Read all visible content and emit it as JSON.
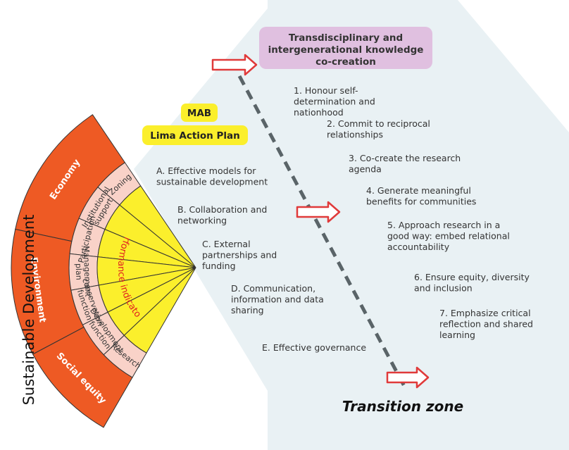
{
  "knowledge_box": {
    "line1": "Transdisciplinary and",
    "line2": "intergenerational knowledge",
    "line3": "co-creation"
  },
  "mab": {
    "title": "MAB",
    "subtitle": "Lima Action Plan"
  },
  "principles": [
    {
      "lines": [
        "1. Honour self-",
        "determination and",
        "nationhood"
      ]
    },
    {
      "lines": [
        "2. Commit to reciprocal",
        "relationships"
      ]
    },
    {
      "lines": [
        "3. Co-create the research",
        "agenda"
      ]
    },
    {
      "lines": [
        "4. Generate meaningful",
        "benefits for communities"
      ]
    },
    {
      "lines": [
        "5. Approach research in a",
        "good way: embed relational",
        "accountability"
      ]
    },
    {
      "lines": [
        "6. Ensure equity, diversity",
        "and inclusion"
      ]
    },
    {
      "lines": [
        "7. Emphasize critical",
        "reflection and shared",
        "learning"
      ]
    }
  ],
  "action_areas": [
    {
      "lines": [
        "A. Effective models for",
        "sustainable development"
      ]
    },
    {
      "lines": [
        "B. Collaboration and",
        "networking"
      ]
    },
    {
      "lines": [
        "C. External",
        "partnerships and",
        "funding"
      ]
    },
    {
      "lines": [
        "D. Communication,",
        "information and data",
        "sharing"
      ]
    },
    {
      "lines": [
        "E. Effective governance"
      ]
    }
  ],
  "wheel": {
    "center_label": "Performance indicators",
    "outer_label": "Sustainable Development",
    "pillars": [
      "Economy",
      "Environment",
      "Social equity"
    ],
    "functions": [
      {
        "lines": [
          "Zoning"
        ]
      },
      {
        "lines": [
          "Institutional",
          "support"
        ]
      },
      {
        "lines": [
          "Participation"
        ]
      },
      {
        "lines": [
          "Management",
          "plan"
        ]
      },
      {
        "lines": [
          "conservation",
          "function"
        ]
      },
      {
        "lines": [
          "Development",
          "function"
        ]
      },
      {
        "lines": [
          "Research"
        ]
      }
    ]
  },
  "transition_zone": "Transition zone",
  "colors": {
    "outer_ring": "#ee5a24",
    "inner_ring": "#f9d2c8",
    "center": "#fbef2c",
    "panel": "#e9f1f4",
    "knowledge_box": "#e0c0e0",
    "mab_box": "#fbef2c",
    "arrow": "#e03a3a",
    "dashed_line": "#5a6468",
    "text": "#333333"
  }
}
